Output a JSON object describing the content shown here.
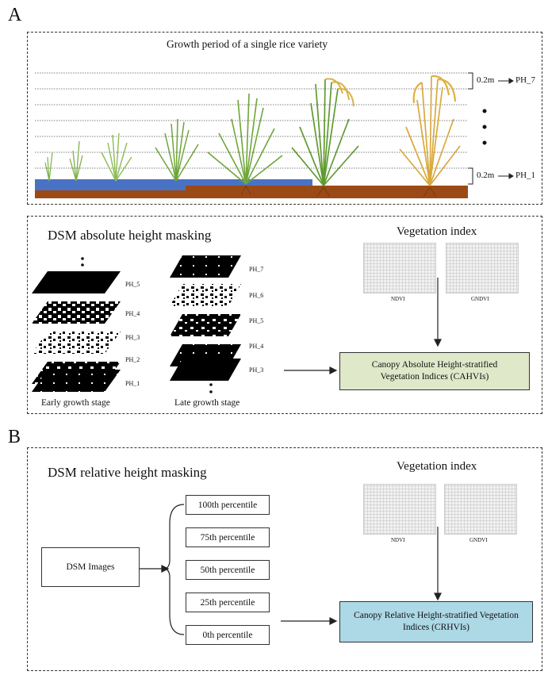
{
  "panel_a": {
    "letter": "A",
    "growth_title": "Growth period of a single rice variety",
    "ph_top_label": "0.2m",
    "ph_top_name": "PH_7",
    "ph_bottom_label": "0.2m",
    "ph_bottom_name": "PH_1",
    "dsm_title": "DSM absolute height masking",
    "early_stack_labels": [
      "PH_5",
      "PH_4",
      "PH_3",
      "PH_2",
      "PH_1"
    ],
    "late_stack_labels": [
      "PH_7",
      "PH_6",
      "PH_5",
      "PH_4",
      "PH_3"
    ],
    "early_caption": "Early growth stage",
    "late_caption": "Late growth stage",
    "vi_title": "Vegetation index",
    "vi_labels": [
      "NDVI",
      "GNDVI"
    ],
    "result_line1": "Canopy Absolute Height-stratified",
    "result_line2": "Vegetation Indices (CAHVIs)",
    "result_color": "#dfe8c8"
  },
  "panel_b": {
    "letter": "B",
    "dsm_title": "DSM relative height masking",
    "dsm_images": "DSM Images",
    "percentiles": [
      "100th percentile",
      "75th percentile",
      "50th percentile",
      "25th percentile",
      "0th percentile"
    ],
    "vi_title": "Vegetation index",
    "vi_labels": [
      "NDVI",
      "GNDVI"
    ],
    "result_line1": "Canopy Relative Height-stratified Vegetation",
    "result_line2": "Indices (CRHVIs)",
    "result_color": "#add8e6"
  },
  "colors": {
    "water": "#4a72c4",
    "soil": "#9b4a16",
    "green_plant": "#6fa53a",
    "golden_plant": "#d9a93e"
  }
}
